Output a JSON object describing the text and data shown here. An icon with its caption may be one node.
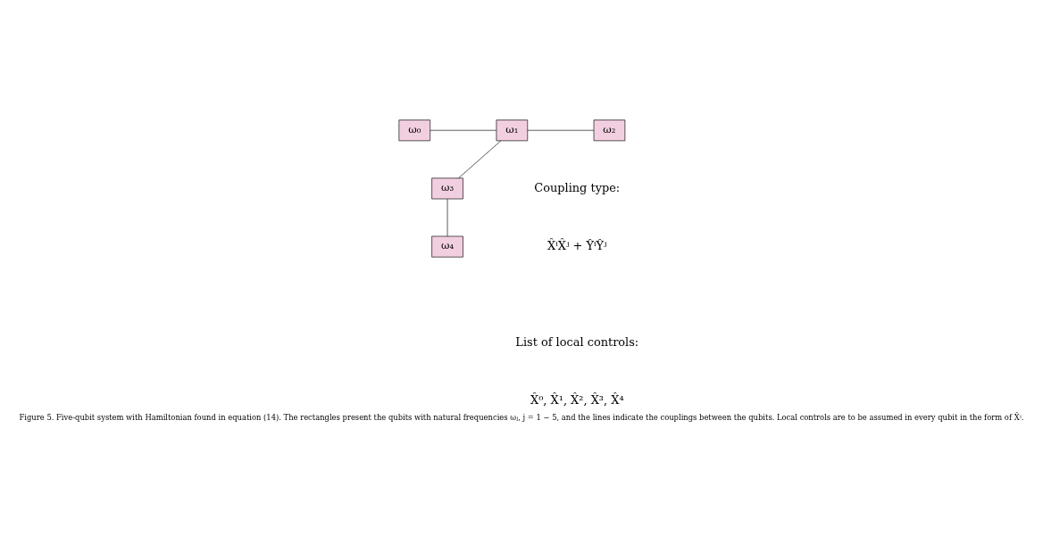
{
  "diagram": {
    "caption": "Figure 5. Five-qubit system with Hamiltonian found in equation (14). The rectangles present the qubits with natural frequencies ωⱼ, j = 1 − 5, and the lines indicate the couplings between the qubits. Local controls are to be assumed in every qubit in the form of X̂ʲ.",
    "nodes": [
      {
        "text": [
          "ω₀"
        ]
      },
      {
        "text": [
          "ω₁"
        ]
      },
      {
        "text": [
          "ω₂"
        ]
      },
      {
        "text": [
          "ω₃"
        ]
      },
      {
        "text": [
          "ω₄"
        ]
      }
    ],
    "edges": [
      {
        "from": 0,
        "to": 1,
        "arrow": "none"
      },
      {
        "from": 1,
        "to": 2,
        "arrow": "none"
      },
      {
        "from": 1,
        "to": 3,
        "arrow": "none"
      },
      {
        "from": 3,
        "to": 4,
        "arrow": "none"
      }
    ],
    "labels": [
      "Coupling type:",
      "X̂ⁱX̂ʲ + ŶⁱŶʲ",
      "List of local controls:",
      "X̂⁰, X̂¹, X̂², X̂³, X̂⁴"
    ]
  }
}
